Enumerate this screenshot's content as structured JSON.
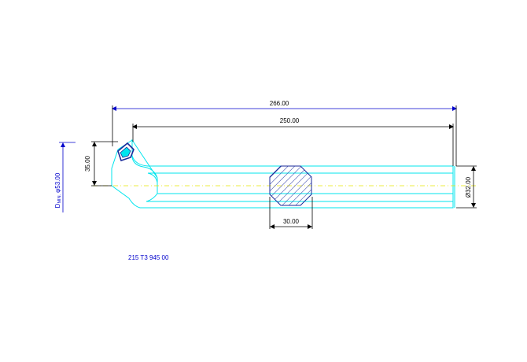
{
  "dimensions": {
    "overall_length": "266.00",
    "length_to_insert": "250.00",
    "head_offset": "35.00",
    "shank_diameter": "Ø32.00",
    "section_width": "30.00",
    "min_bore_diameter": "φ53.00",
    "min_bore_prefix": "D",
    "min_bore_subscript": "MIN."
  },
  "part_number": "215 T3 945 00",
  "colors": {
    "outline": "#00e5ee",
    "dimension": "#000000",
    "annotation_blue": "#0000cc",
    "centerline": "#e8e800",
    "hatch": "#1a2a9a",
    "insert": "#1a2a9a"
  }
}
